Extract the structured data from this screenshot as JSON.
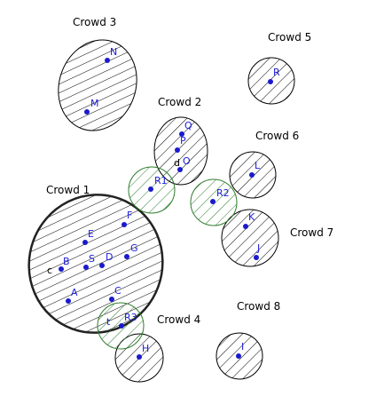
{
  "colors": {
    "crowd_stroke": "#000000",
    "crowd_emphasis_stroke": "#222222",
    "rep_stroke": "#2e7d2e",
    "hatch_black": "#000000",
    "hatch_green": "#2e7d2e",
    "point_fill": "#1a1acc",
    "point_label": "#1a1adb"
  },
  "crowds": [
    {
      "id": "crowd-1",
      "label": "Crowd 1"
    },
    {
      "id": "crowd-2",
      "label": "Crowd 2"
    },
    {
      "id": "crowd-3",
      "label": "Crowd 3"
    },
    {
      "id": "crowd-4",
      "label": "Crowd 4"
    },
    {
      "id": "crowd-5",
      "label": "Crowd 5"
    },
    {
      "id": "crowd-6",
      "label": "Crowd 6"
    },
    {
      "id": "crowd-7",
      "label": "Crowd 7"
    },
    {
      "id": "crowd-8",
      "label": "Crowd 8"
    }
  ],
  "representatives": [
    {
      "id": "R1",
      "label": "R1"
    },
    {
      "id": "R2",
      "label": "R2"
    },
    {
      "id": "R3",
      "label": "R3"
    }
  ],
  "points": [
    {
      "id": "N",
      "label": "N"
    },
    {
      "id": "M",
      "label": "M"
    },
    {
      "id": "R",
      "label": "R"
    },
    {
      "id": "Q",
      "label": "Q"
    },
    {
      "id": "P",
      "label": "P"
    },
    {
      "id": "O",
      "label": "O"
    },
    {
      "id": "d",
      "label": "d"
    },
    {
      "id": "R1",
      "label": "R1"
    },
    {
      "id": "R2",
      "label": "R2"
    },
    {
      "id": "L",
      "label": "L"
    },
    {
      "id": "K",
      "label": "K"
    },
    {
      "id": "J",
      "label": "J"
    },
    {
      "id": "F",
      "label": "F"
    },
    {
      "id": "E",
      "label": "E"
    },
    {
      "id": "G",
      "label": "G"
    },
    {
      "id": "D",
      "label": "D"
    },
    {
      "id": "S",
      "label": "S"
    },
    {
      "id": "B",
      "label": "B"
    },
    {
      "id": "c",
      "label": "c"
    },
    {
      "id": "A",
      "label": "A"
    },
    {
      "id": "C",
      "label": "C"
    },
    {
      "id": "R3",
      "label": "R3"
    },
    {
      "id": "t",
      "label": "t"
    },
    {
      "id": "H",
      "label": "H"
    },
    {
      "id": "I",
      "label": "I"
    }
  ]
}
